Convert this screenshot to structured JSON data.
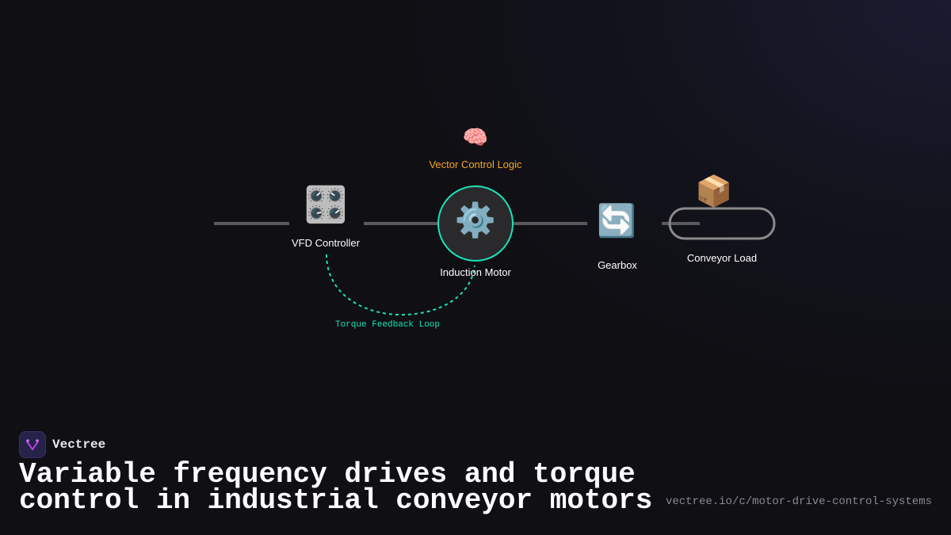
{
  "diagram": {
    "nodes": [
      {
        "label": "VFD Controller",
        "icon": "control-knobs-icon",
        "glyph": "🎛️"
      },
      {
        "label": "Induction Motor",
        "icon": "gear-icon",
        "glyph": "⚙️"
      },
      {
        "label": "Gearbox",
        "icon": "cycle-arrows-icon",
        "glyph": "🔄"
      },
      {
        "label": "Conveyor Load",
        "icon": "package-icon",
        "glyph": "📦"
      }
    ],
    "control": {
      "label": "Vector Control Logic",
      "icon": "brain-icon",
      "glyph": "🧠",
      "color": "#f5a623"
    },
    "feedback": {
      "label": "Torque Feedback Loop",
      "color": "#19e3b8"
    }
  },
  "brand": {
    "name": "Vectree"
  },
  "title": {
    "line1": "Variable frequency drives and torque",
    "line2": "control in industrial conveyor motors"
  },
  "url": "vectree.io/c/motor-drive-control-systems"
}
